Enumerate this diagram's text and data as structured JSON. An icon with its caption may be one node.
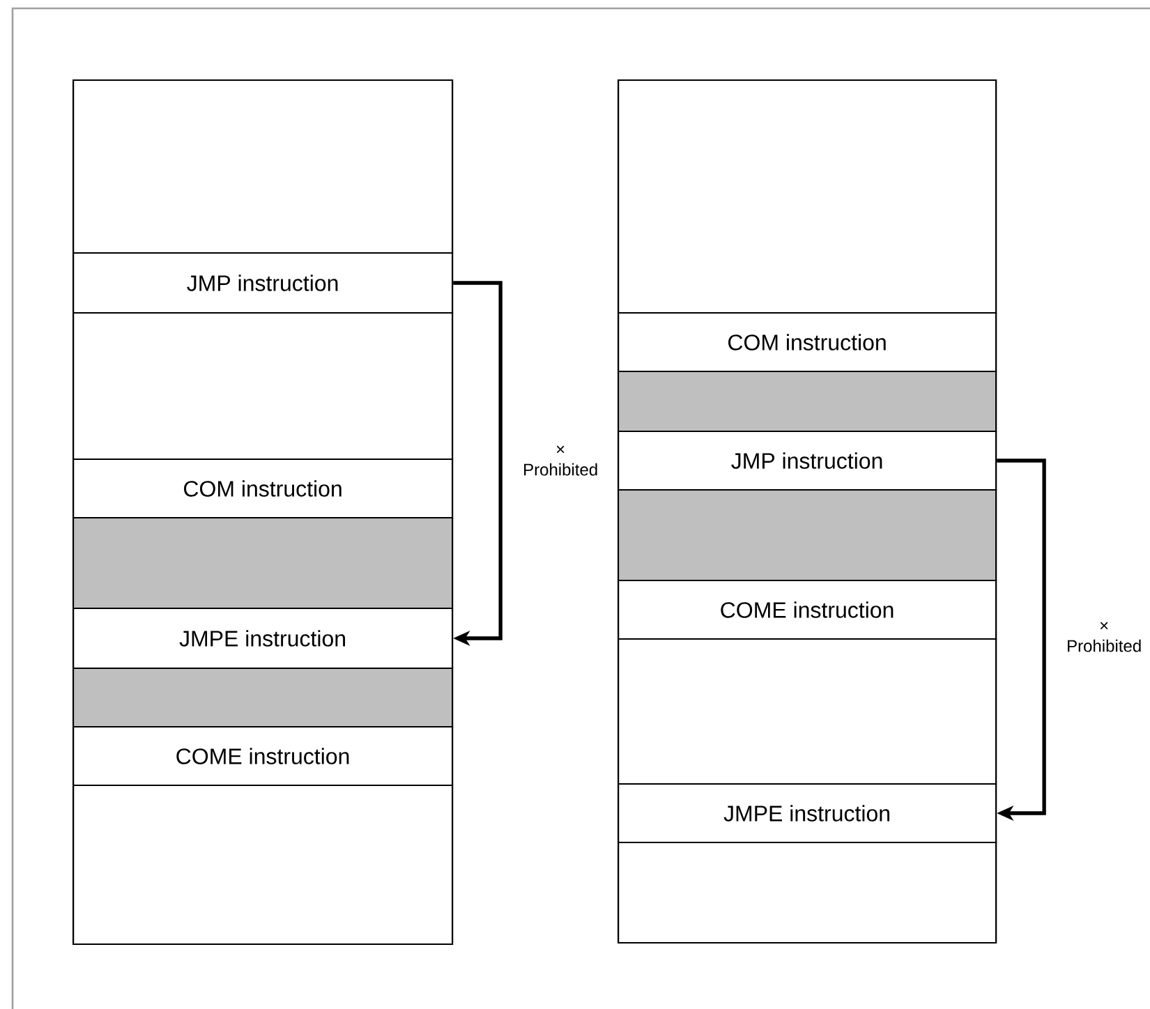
{
  "diagram": {
    "nodes": [
      {
        "text": [],
        "shape": "box"
      },
      {
        "text": [],
        "shape": "box",
        "in": 0
      },
      {
        "text": [
          "JMP instruction"
        ],
        "in": 0
      },
      {
        "text": [],
        "shape": "box",
        "in": 0
      },
      {
        "text": [
          "COM instruction"
        ],
        "in": 0
      },
      {
        "text": [],
        "shape": "box",
        "in": 0
      },
      {
        "text": [
          "JMPE instruction"
        ],
        "in": 0
      },
      {
        "text": [],
        "shape": "box",
        "in": 0
      },
      {
        "text": [
          "COME instruction"
        ],
        "in": 0
      },
      {
        "text": [],
        "shape": "box",
        "in": 0
      },
      {
        "text": [],
        "shape": "box"
      },
      {
        "text": [],
        "shape": "box",
        "in": 10
      },
      {
        "text": [
          "COM instruction"
        ],
        "in": 10
      },
      {
        "text": [],
        "shape": "box",
        "in": 10
      },
      {
        "text": [
          "JMP instruction"
        ],
        "in": 10
      },
      {
        "text": [],
        "shape": "box",
        "in": 10
      },
      {
        "text": [
          "COME instruction"
        ],
        "in": 10
      },
      {
        "text": [],
        "shape": "box",
        "in": 10
      },
      {
        "text": [
          "JMPE instruction"
        ],
        "in": 10
      },
      {
        "text": [],
        "shape": "box",
        "in": 10
      }
    ],
    "edges": [
      {
        "from": 2,
        "to": 6,
        "arrow": "to",
        "label": "× Prohibited"
      },
      {
        "from": 14,
        "to": 18,
        "arrow": "to",
        "label": "× Prohibited"
      }
    ]
  }
}
